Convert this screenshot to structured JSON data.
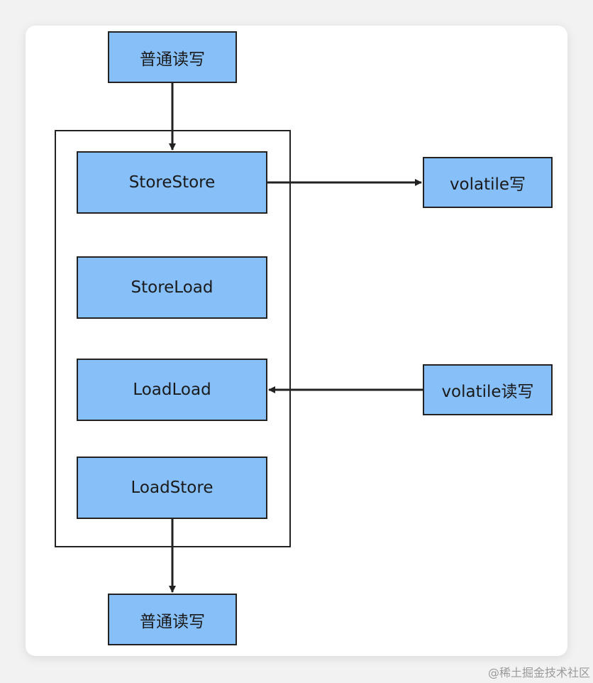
{
  "diagram": {
    "top_node": "普通读写",
    "barriers": [
      "StoreStore",
      "StoreLoad",
      "LoadLoad",
      "LoadStore"
    ],
    "bottom_node": "普通读写",
    "volatile_write": "volatile写",
    "volatile_read_write": "volatile读写"
  },
  "watermark": "@稀土掘金技术社区",
  "colors": {
    "node_fill": "#87bff9",
    "stroke": "#222222",
    "background": "#ffffff"
  }
}
